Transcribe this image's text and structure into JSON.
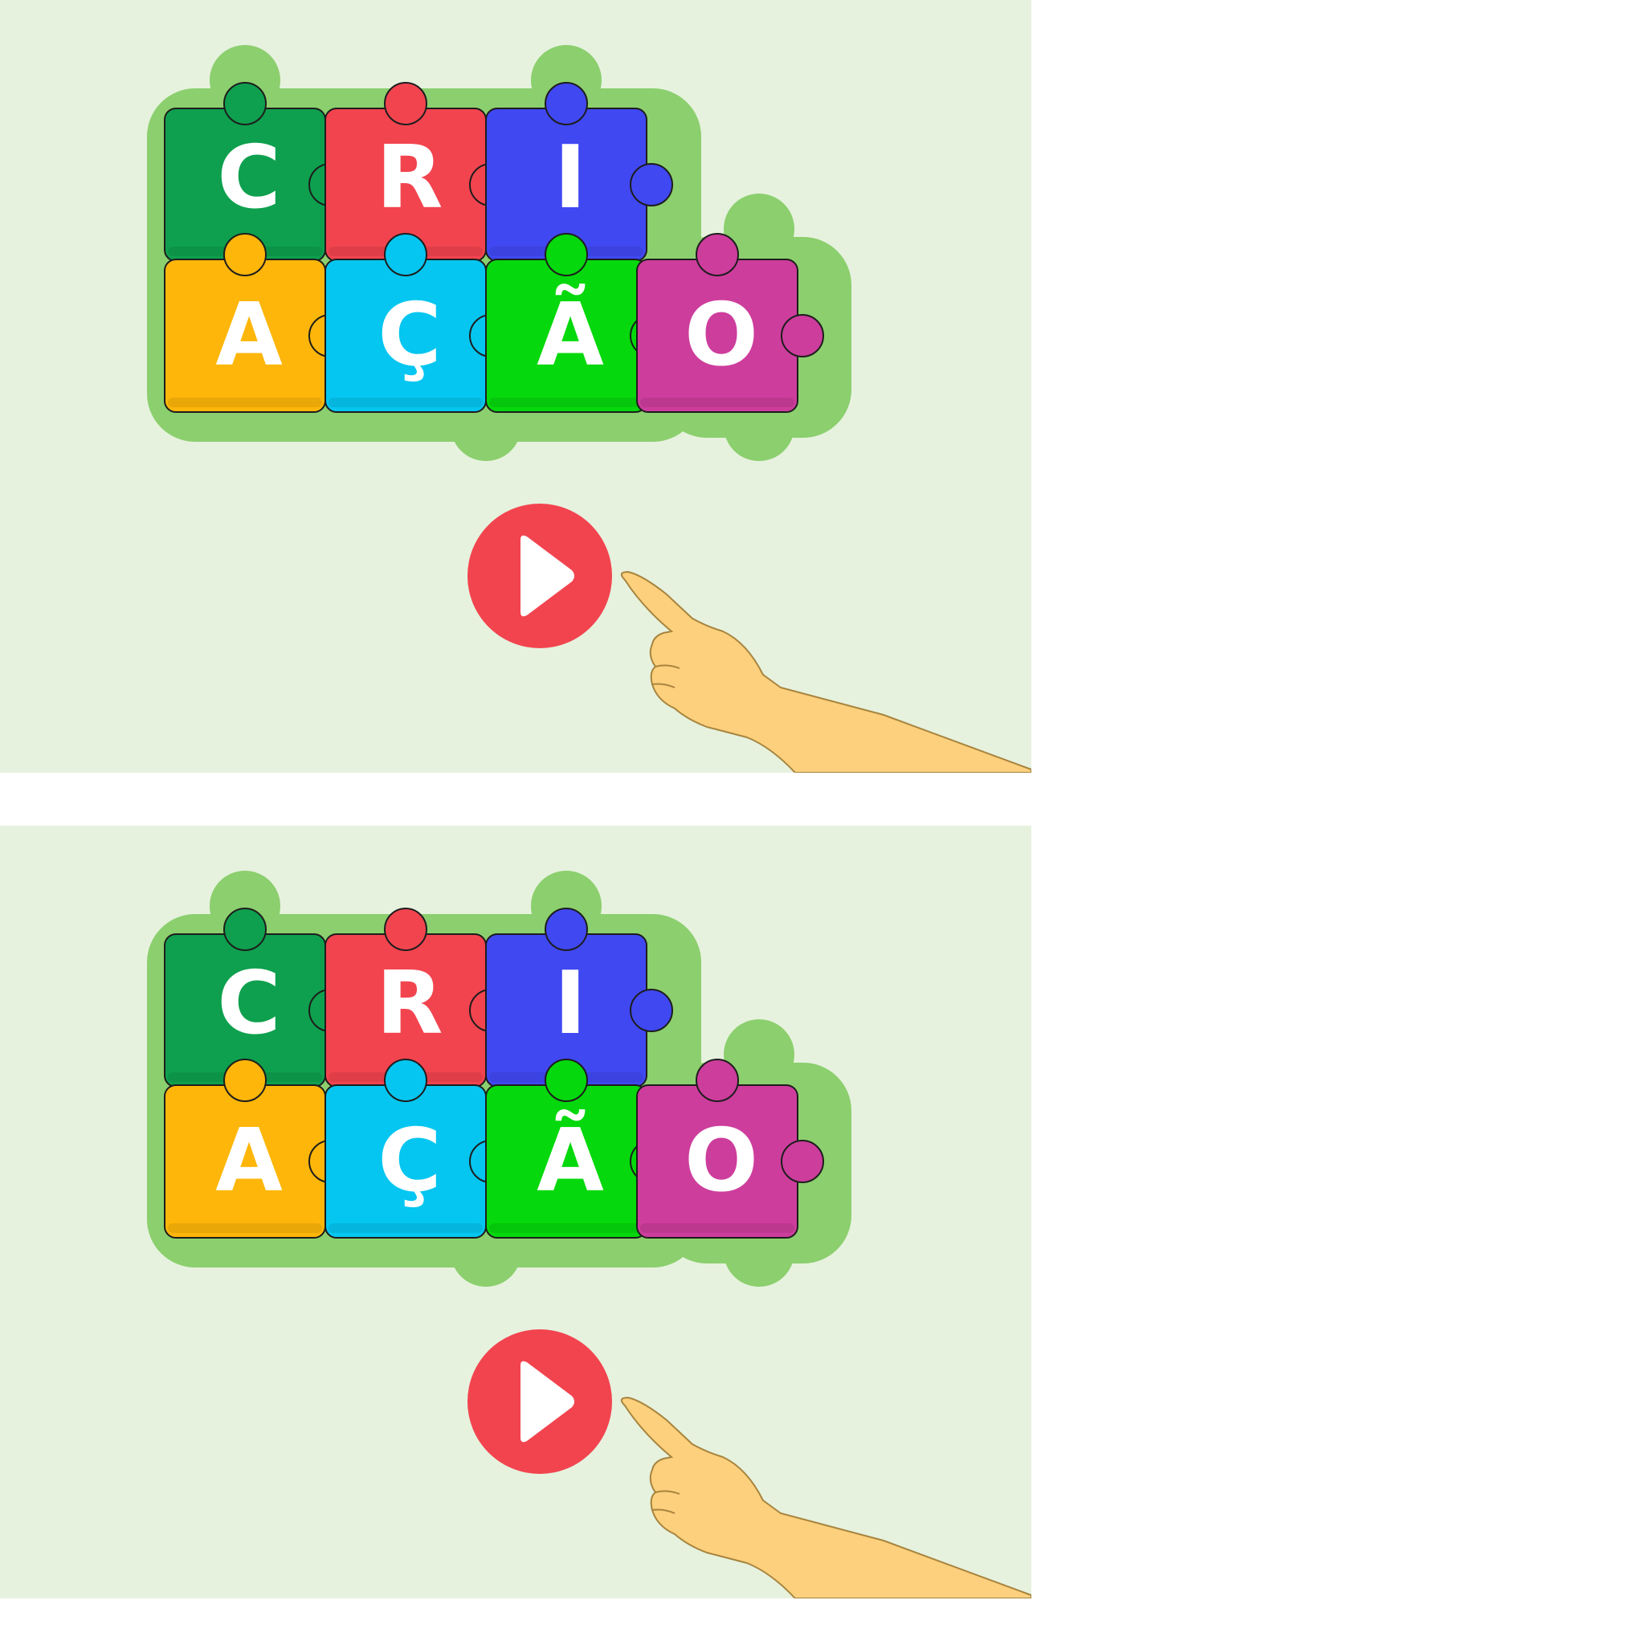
{
  "colors": {
    "background": "#e6f2de",
    "outline_glow": "#8ccf6e",
    "play_button": "#f2444f",
    "hand_fill": "#fcd07d",
    "hand_stroke": "#a8843e"
  },
  "screens": [
    {
      "logo": {
        "top_row": [
          {
            "letter": "C",
            "color": "#0ea04e"
          },
          {
            "letter": "R",
            "color": "#f2444f"
          },
          {
            "letter": "I",
            "color": "#4048f2"
          }
        ],
        "bottom_row": [
          {
            "letter": "A",
            "color": "#fdb609"
          },
          {
            "letter": "Ç",
            "color": "#05c6f0"
          },
          {
            "letter": "Ã",
            "color": "#05d80c"
          },
          {
            "letter": "O",
            "color": "#cd3d9c"
          }
        ]
      },
      "play_button": {
        "icon": "play-icon"
      },
      "hand": {
        "icon": "pointing-hand-icon"
      }
    },
    {
      "logo": {
        "top_row": [
          {
            "letter": "C",
            "color": "#0ea04e"
          },
          {
            "letter": "R",
            "color": "#f2444f"
          },
          {
            "letter": "I",
            "color": "#4048f2"
          }
        ],
        "bottom_row": [
          {
            "letter": "A",
            "color": "#fdb609"
          },
          {
            "letter": "Ç",
            "color": "#05c6f0"
          },
          {
            "letter": "Ã",
            "color": "#05d80c"
          },
          {
            "letter": "O",
            "color": "#cd3d9c"
          }
        ]
      },
      "play_button": {
        "icon": "play-icon"
      },
      "hand": {
        "icon": "pointing-hand-icon"
      }
    }
  ]
}
